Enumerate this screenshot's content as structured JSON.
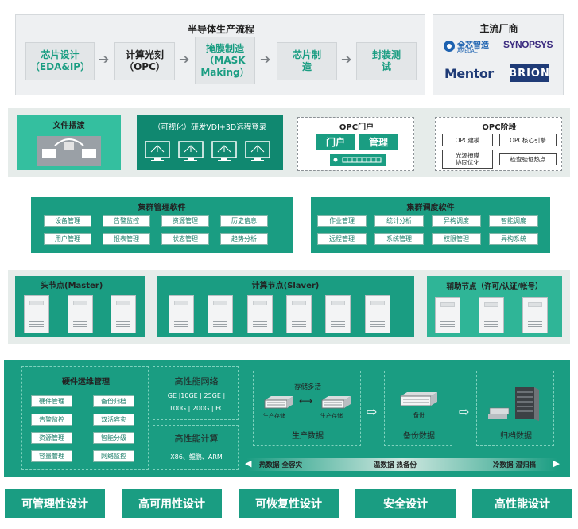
{
  "flow": {
    "title": "半导体生产流程",
    "steps": [
      {
        "line1": "芯片设计",
        "line2": "（EDA&IP）"
      },
      {
        "line1": "计算光刻",
        "line2": "（OPC）"
      },
      {
        "line1": "掩膜制造",
        "line2": "（MASK",
        "line3": "Making）"
      },
      {
        "line1": "芯片制",
        "line2": "造"
      },
      {
        "line1": "封装测",
        "line2": "试"
      }
    ]
  },
  "vendors": {
    "title": "主流厂商",
    "logos": [
      "全芯智造",
      "SYNOPSYS",
      "Mentor",
      "BRION"
    ],
    "amedac": "AMEDAC"
  },
  "row2": {
    "file_transfer": "文件摆渡",
    "vdi": "（可视化）研发VDI+3D远程登录",
    "portal_title": "OPC门户",
    "portal_buttons": [
      "门户",
      "管理"
    ],
    "stage_title": "OPC阶段",
    "stage_items": [
      "OPC建模",
      "OPC核心引擎",
      "光源掩膜\n协同优化",
      "检查验证热点"
    ]
  },
  "cluster_mgmt": {
    "title": "集群管理软件",
    "items": [
      "设备管理",
      "告警监控",
      "资源管理",
      "历史信息",
      "用户管理",
      "报表管理",
      "状态管理",
      "趋势分析"
    ]
  },
  "cluster_sched": {
    "title": "集群调度软件",
    "items": [
      "作业管理",
      "统计分析",
      "异构调度",
      "智能调度",
      "远程管理",
      "系统管理",
      "权限管理",
      "异构系统"
    ]
  },
  "nodes": {
    "master": "头节点(Master)",
    "slaver": "计算节点(Slaver)",
    "aux": "辅助节点（许可/认证/帐号）"
  },
  "ops": {
    "title": "硬件运维管理",
    "items": [
      "硬件管理",
      "备份归档",
      "告警监控",
      "双活容灾",
      "资源管理",
      "智能分级",
      "容量管理",
      "网络监控"
    ]
  },
  "network": {
    "title": "高性能网络",
    "line1": "GE |10GE | 25GE |",
    "line2": "100G | 200G | FC"
  },
  "compute": {
    "title": "高性能计算",
    "detail": "X86、鲲鹏、ARM"
  },
  "storage": {
    "active_active": "存储多活",
    "prod_storage_a": "生产存储",
    "prod_storage_b": "生产存储",
    "prod_data": "生产数据",
    "backup": "备份",
    "backup_data": "备份数据",
    "archive_data": "归档数据",
    "tier_hot": "热数据 全容灾",
    "tier_warm": "温数据 热备份",
    "tier_cold": "冷数据 温归档"
  },
  "bottom": [
    "可管理性设计",
    "高可用性设计",
    "可恢复性设计",
    "安全设计",
    "高性能设计"
  ]
}
